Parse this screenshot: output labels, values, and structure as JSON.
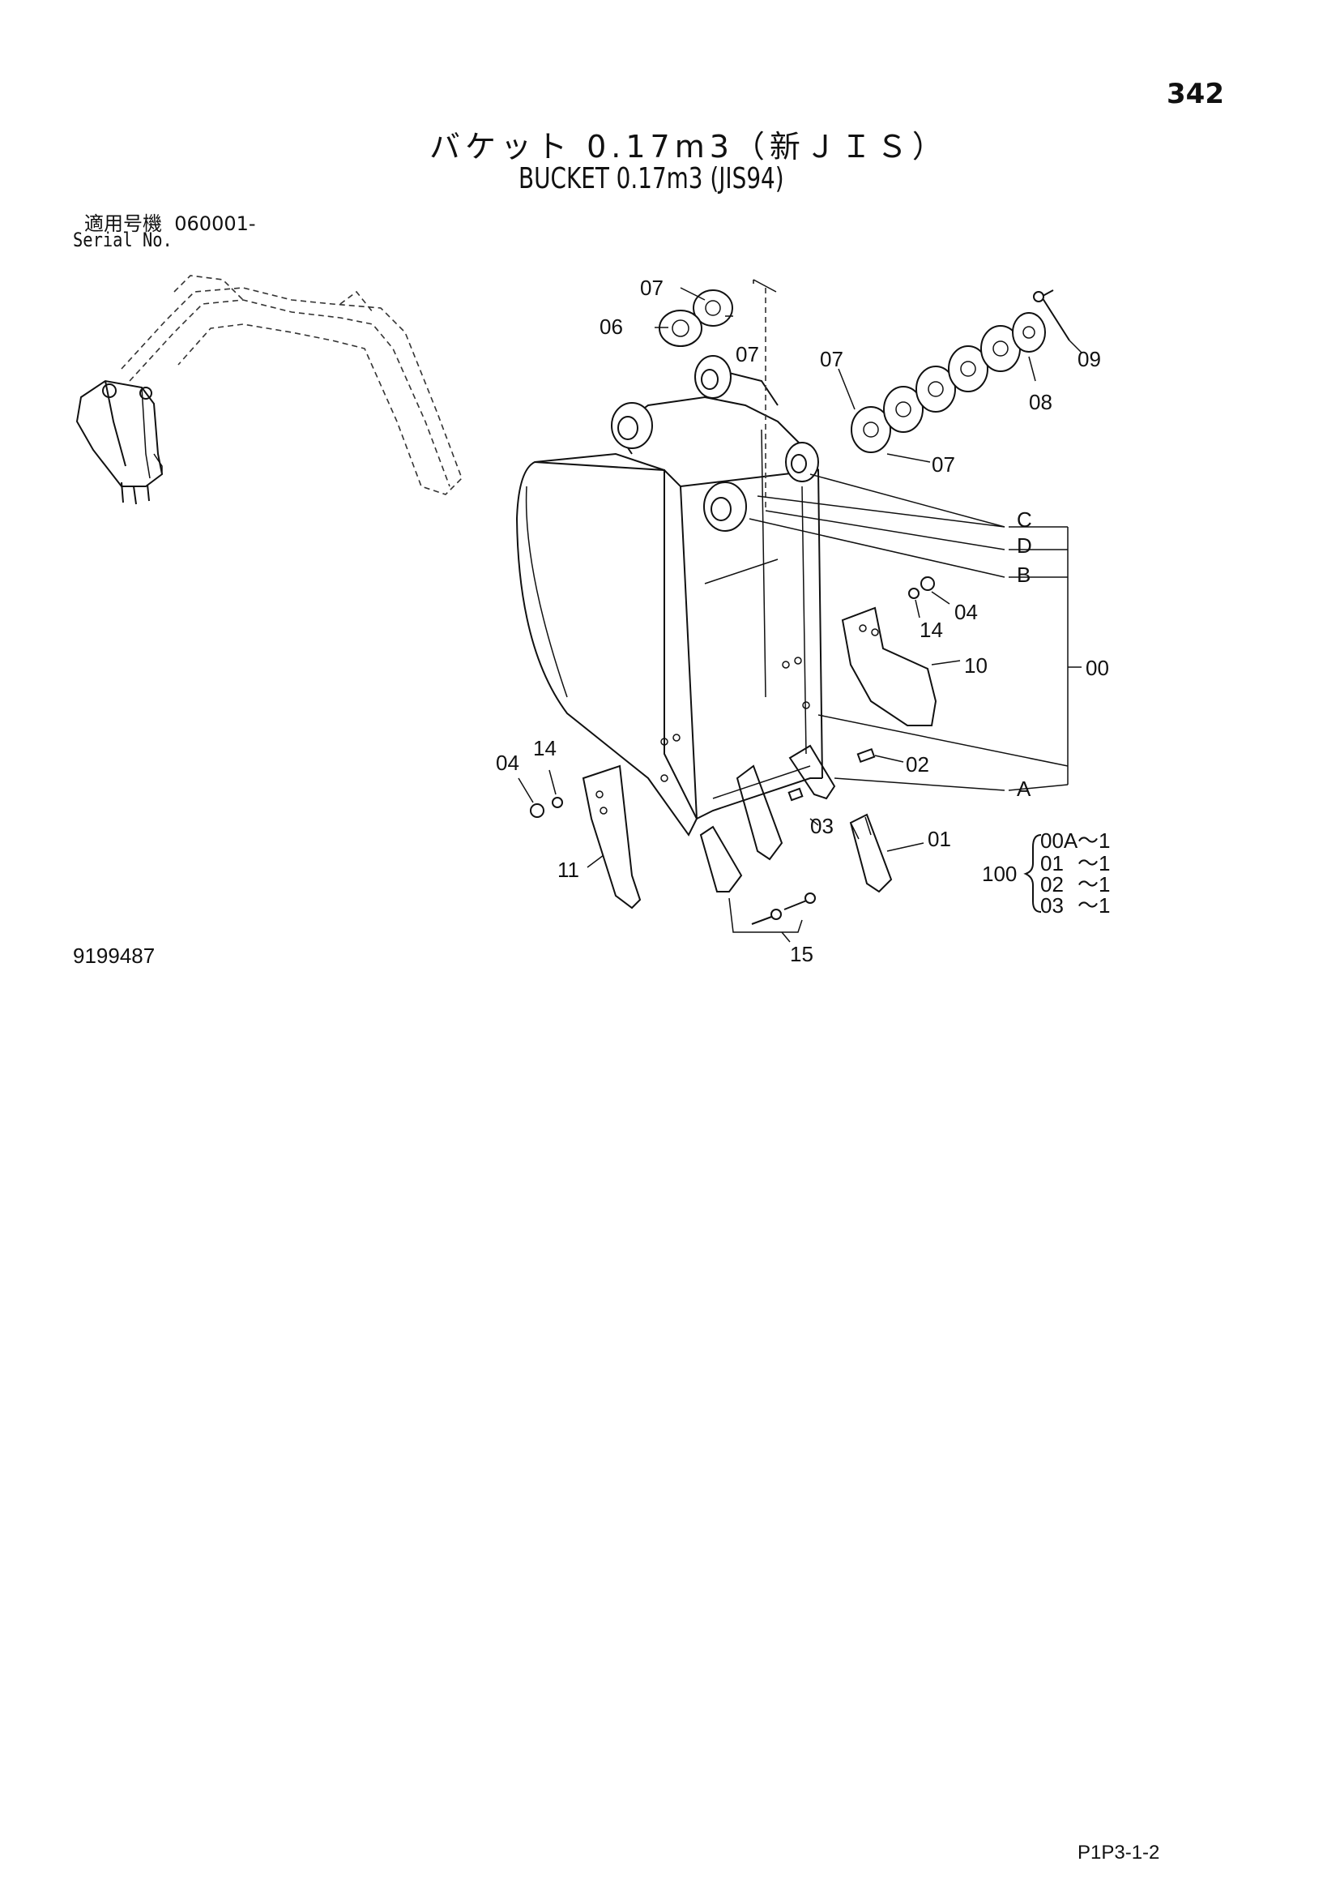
{
  "page_number": "342",
  "title_jp": "バケット 0.17m3（新ＪＩＳ）",
  "title_en": "BUCKET 0.17m3 (JIS94)",
  "serial": {
    "label_jp": "適用号機",
    "value": "060001-",
    "label_en": "Serial No."
  },
  "drawing_number": "9199487",
  "page_code": "P1P3-1-2",
  "callouts": {
    "c06": "06",
    "c07a": "07",
    "c07b": "07",
    "c07c": "07",
    "c07d": "07",
    "c09": "09",
    "c08": "08",
    "C": "C",
    "D": "D",
    "B": "B",
    "A": "A",
    "c04a": "04",
    "c14a": "14",
    "c10": "10",
    "c00": "00",
    "c04b": "04",
    "c14b": "14",
    "c02": "02",
    "c03": "03",
    "c01": "01",
    "c11": "11",
    "c15": "15"
  },
  "kit": {
    "label": "100",
    "items": [
      {
        "code": "00A",
        "qty": "～1"
      },
      {
        "code": "01",
        "qty": "～1"
      },
      {
        "code": "02",
        "qty": "～1"
      },
      {
        "code": "03",
        "qty": "～1"
      }
    ]
  }
}
